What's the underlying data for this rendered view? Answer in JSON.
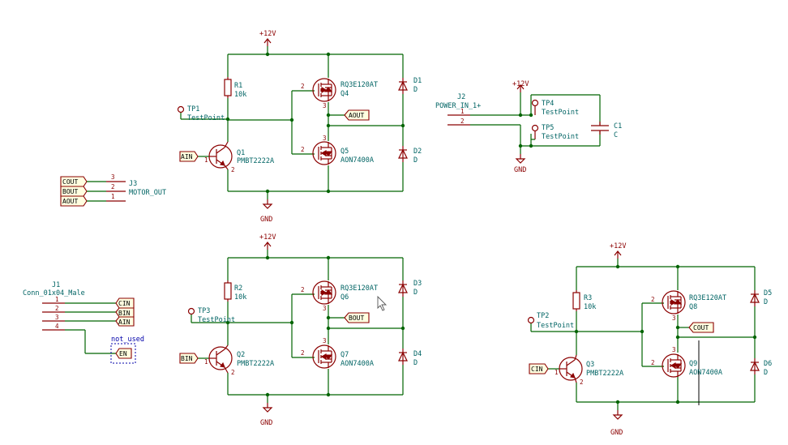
{
  "colors": {
    "wire": "#006400",
    "component": "#8b0000",
    "reference": "#006464",
    "label_fill": "#ffffe0",
    "no_connect_box": "#0000aa"
  },
  "power": {
    "v12": "+12V",
    "gnd": "GND"
  },
  "bridge_a": {
    "r_ref": "R1",
    "r_val": "10k",
    "tp_ref": "TP1",
    "tp_val": "TestPoint",
    "q_ref": "Q1",
    "q_val": "PMBT2222A",
    "hi_ref": "Q4",
    "hi_val": "RQ3E120AT",
    "lo_ref": "Q5",
    "lo_val": "AON7400A",
    "d1_ref": "D1",
    "d1_val": "D",
    "d2_ref": "D2",
    "d2_val": "D",
    "in_label": "AIN",
    "out_label": "AOUT",
    "pin_hi_gate": "2",
    "pin_hi_3": "3",
    "pin_lo_gate": "2",
    "pin_lo_3": "3",
    "pin_q_base": "1",
    "pin_q_emit": "2"
  },
  "bridge_b": {
    "r_ref": "R2",
    "r_val": "10k",
    "tp_ref": "TP3",
    "tp_val": "TestPoint",
    "q_ref": "Q2",
    "q_val": "PMBT2222A",
    "hi_ref": "Q6",
    "hi_val": "RQ3E120AT",
    "lo_ref": "Q7",
    "lo_val": "AON7400A",
    "d1_ref": "D3",
    "d1_val": "D",
    "d2_ref": "D4",
    "d2_val": "D",
    "in_label": "BIN",
    "out_label": "BOUT",
    "pin_hi_gate": "2",
    "pin_hi_3": "3",
    "pin_lo_gate": "2",
    "pin_lo_3": "3",
    "pin_q_base": "1",
    "pin_q_emit": "2"
  },
  "bridge_c": {
    "r_ref": "R3",
    "r_val": "10k",
    "tp_ref": "TP2",
    "tp_val": "TestPoint",
    "q_ref": "Q3",
    "q_val": "PMBT2222A",
    "hi_ref": "Q8",
    "hi_val": "RQ3E120AT",
    "lo_ref": "Q9",
    "lo_val": "AON7400A",
    "d1_ref": "D5",
    "d1_val": "D",
    "d2_ref": "D6",
    "d2_val": "D",
    "in_label": "CIN",
    "out_label": "COUT",
    "pin_hi_gate": "2",
    "pin_hi_3": "3",
    "pin_lo_gate": "2",
    "pin_lo_3": "3",
    "pin_q_base": "1",
    "pin_q_emit": "2"
  },
  "j3": {
    "ref": "J3",
    "val": "MOTOR_OUT",
    "labels": [
      "COUT",
      "BOUT",
      "AOUT"
    ],
    "pins": [
      "3",
      "2",
      "1"
    ]
  },
  "j2": {
    "ref": "J2",
    "val": "POWER_IN_1+",
    "pins": [
      "1",
      "2"
    ]
  },
  "tp4": {
    "ref": "TP4",
    "val": "TestPoint"
  },
  "tp5": {
    "ref": "TP5",
    "val": "TestPoint"
  },
  "c1": {
    "ref": "C1",
    "val": "C"
  },
  "j1": {
    "ref": "J1",
    "val": "Conn_01x04_Male",
    "labels": [
      "CIN",
      "BIN",
      "AIN",
      "EN"
    ],
    "pins": [
      "1",
      "2",
      "3",
      "4"
    ],
    "note": "not_used"
  }
}
